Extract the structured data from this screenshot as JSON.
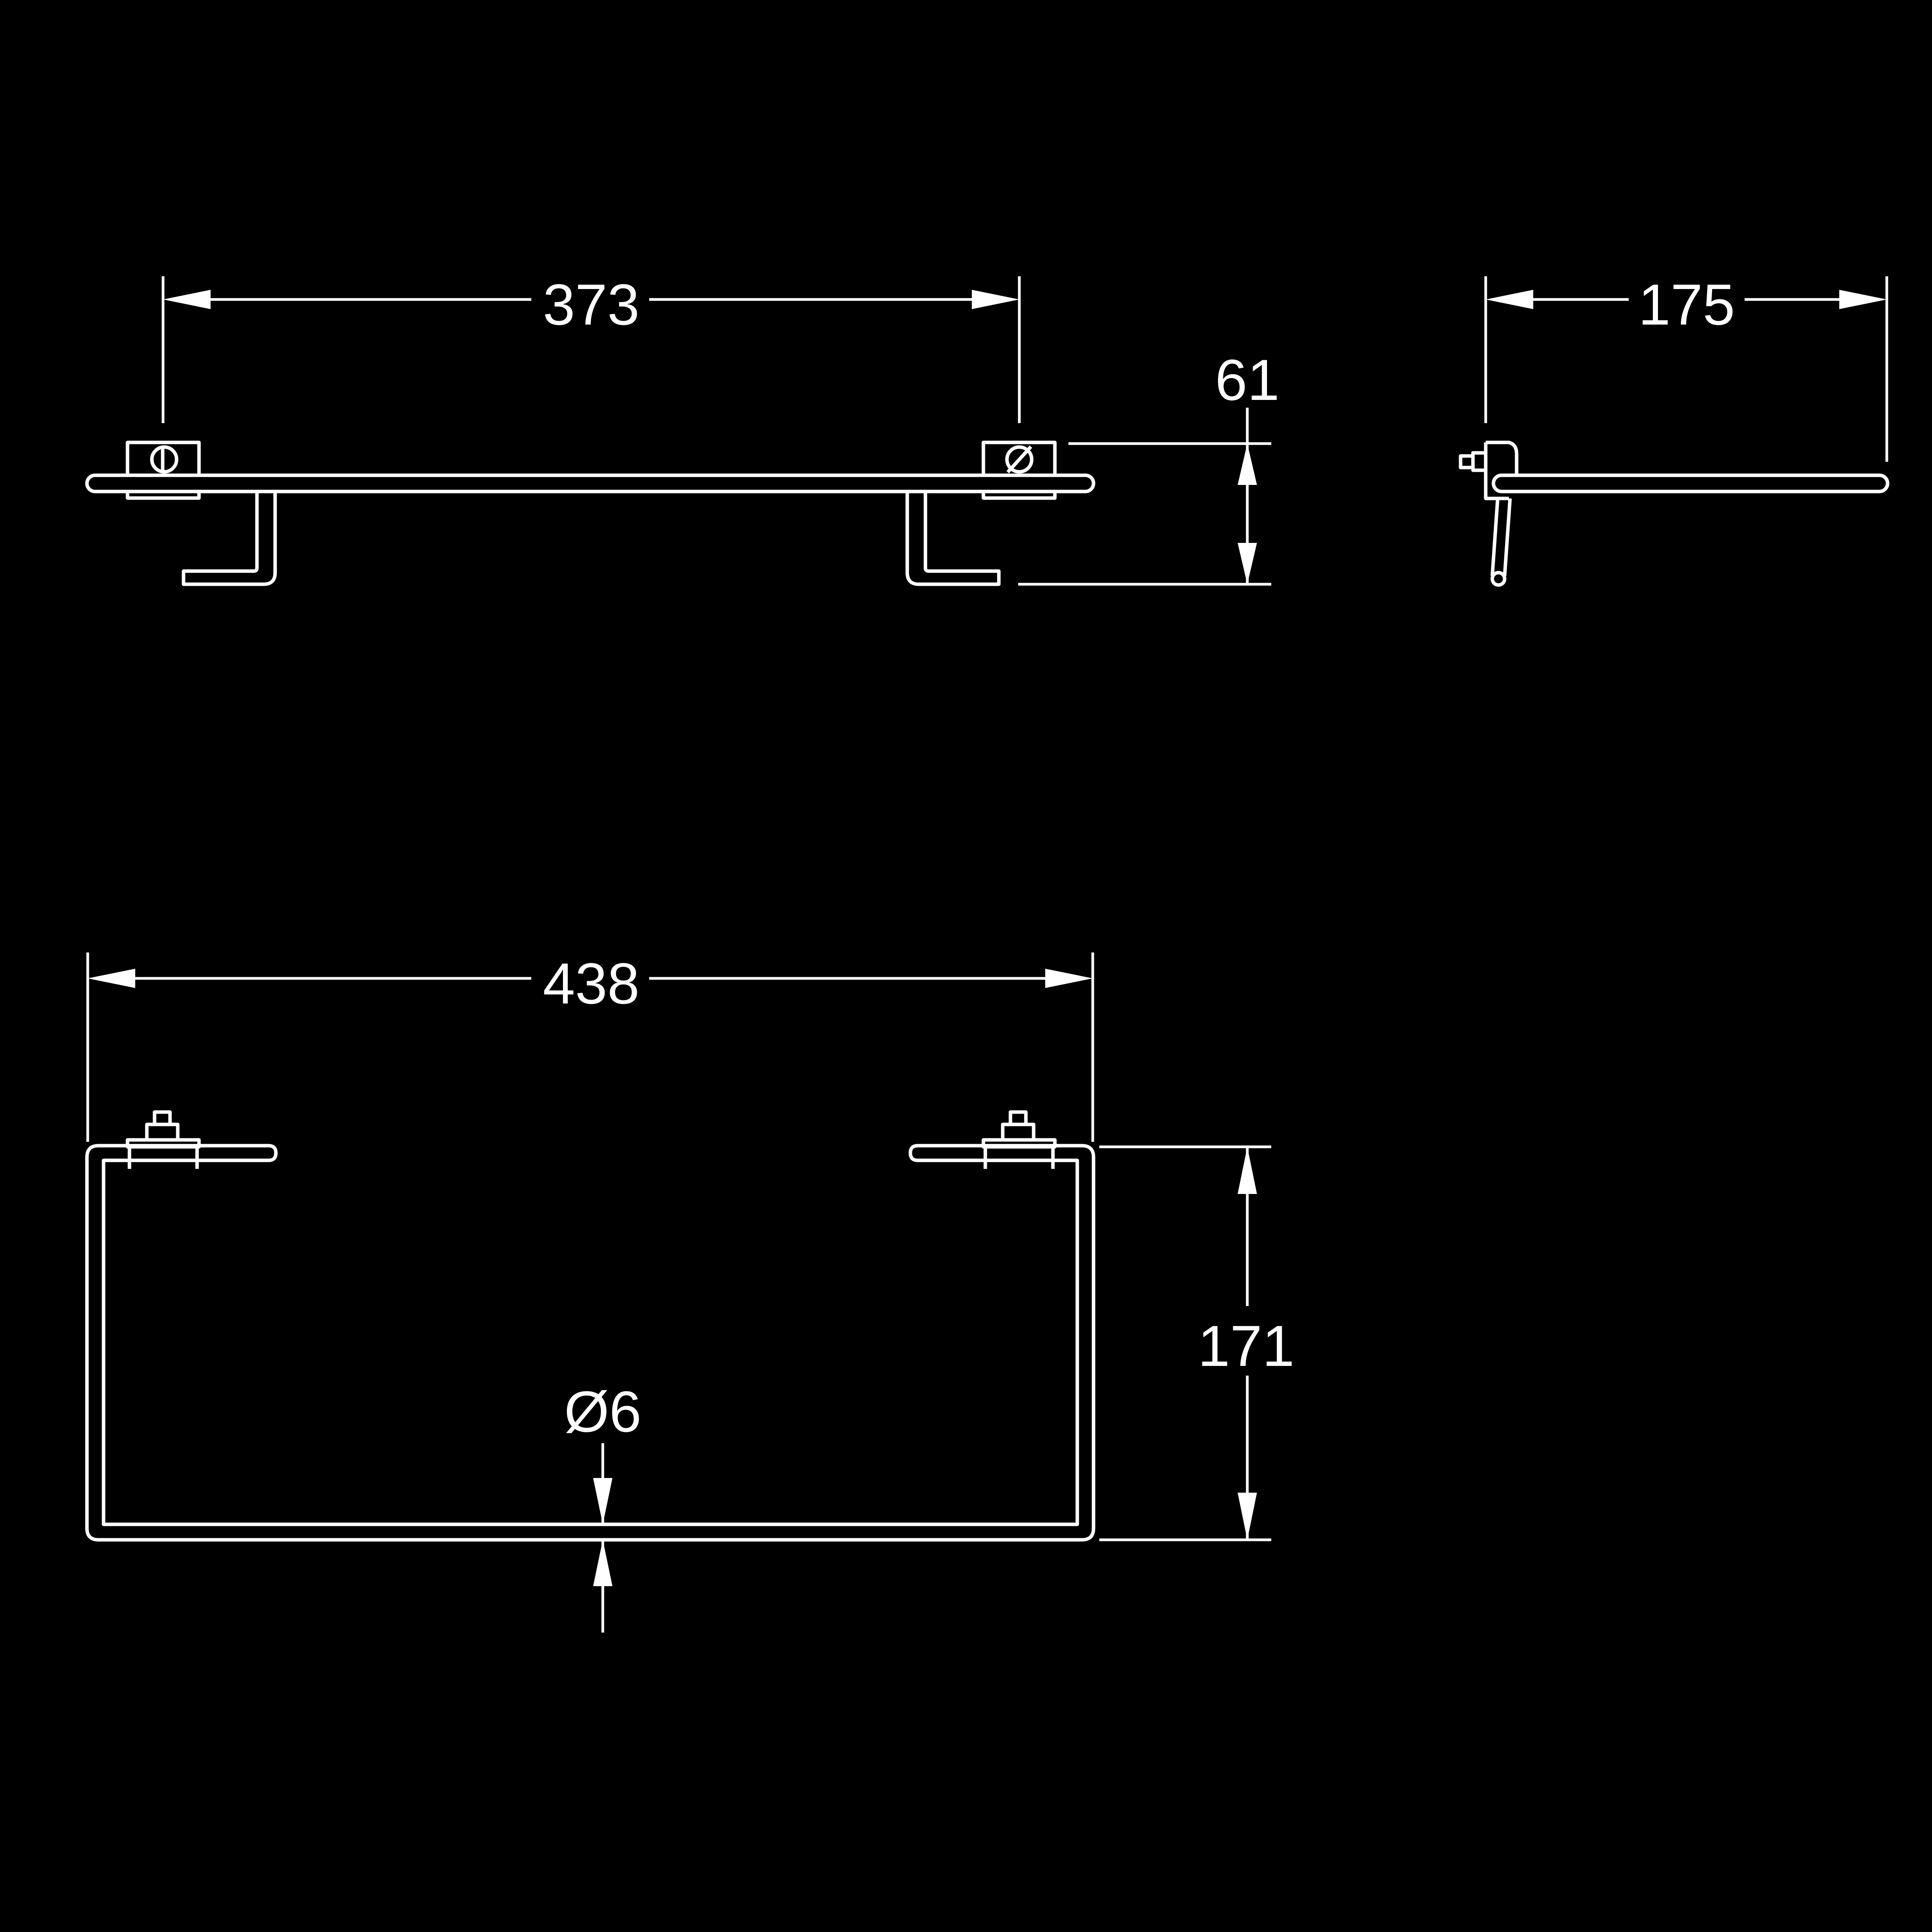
{
  "dimensions": {
    "top_width": "373",
    "side_depth": "175",
    "top_height": "61",
    "plan_width": "438",
    "plan_depth": "171",
    "rod_diameter": "Ø6"
  },
  "colors": {
    "background": "#000000",
    "line": "#ffffff"
  }
}
